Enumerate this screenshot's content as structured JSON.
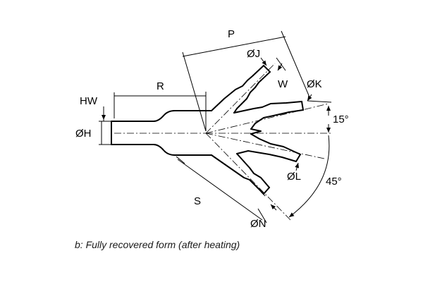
{
  "labels": {
    "p": "P",
    "r": "R",
    "s": "S",
    "hw": "HW",
    "h": "ØH",
    "j": "ØJ",
    "w": "W",
    "k": "ØK",
    "l": "ØL",
    "n": "ØN",
    "angle_upper": "15°",
    "angle_lower": "45°"
  },
  "caption": "b: Fully recovered form (after heating)"
}
